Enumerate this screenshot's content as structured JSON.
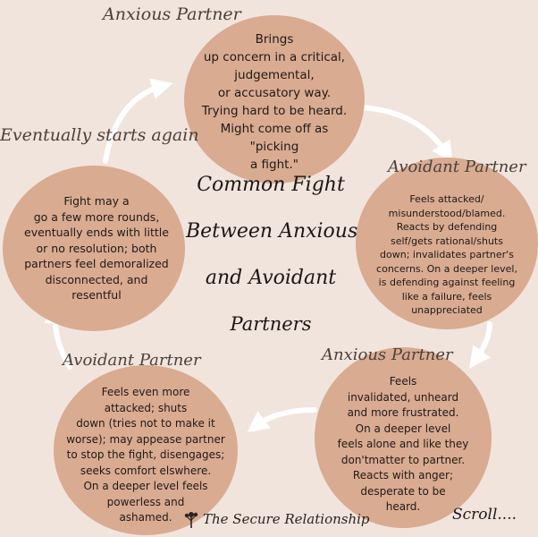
{
  "diagram": {
    "title_lines": [
      "Common Fight",
      "Between Anxious",
      "and Avoidant",
      "Partners"
    ],
    "nodes": [
      {
        "label": "Anxious Partner",
        "text": "Brings\nup concern in a critical,\njudgemental,\nor accusatory way.\nTrying hard to be heard.\nMight come off as\n\"picking\na fight.\""
      },
      {
        "label": "Avoidant Partner",
        "text": "Feels attacked/\nmisunderstood/blamed.\nReacts by defending\nself/gets rational/shuts\ndown; invalidates partner's\nconcerns.  On a deeper level,\nis defending against feeling\nlike a failure, feels\nunappreciated"
      },
      {
        "label": "Anxious Partner",
        "text": "Feels\ninvalidated, unheard\nand more frustrated.\nOn a deeper level\nfeels alone and like they\ndon'tmatter to partner.\nReacts with anger;\ndesperate to be\nheard."
      },
      {
        "label": "Avoidant Partner",
        "text": "Feels even more\nattacked; shuts\ndown (tries not to make it\nworse); may appease partner\nto stop the fight, disengages;\nseeks comfort elswhere.\nOn a deeper level feels\npowerless and\nashamed."
      },
      {
        "label": "",
        "text": "Fight may a\ngo a few more rounds,\neventually ends with little\nor no resolution; both\npartners feel demoralized\ndisconnected, and\nresentful"
      }
    ],
    "restart_label": "Eventually starts again",
    "scroll_label": "Scroll....",
    "brand": "The Secure Relationship",
    "brand_icon": "tree-icon",
    "colors": {
      "background": "#f1e4dd",
      "circle": "#d9ab91",
      "arrow": "#ffffff",
      "text": "#1f1a17"
    }
  }
}
